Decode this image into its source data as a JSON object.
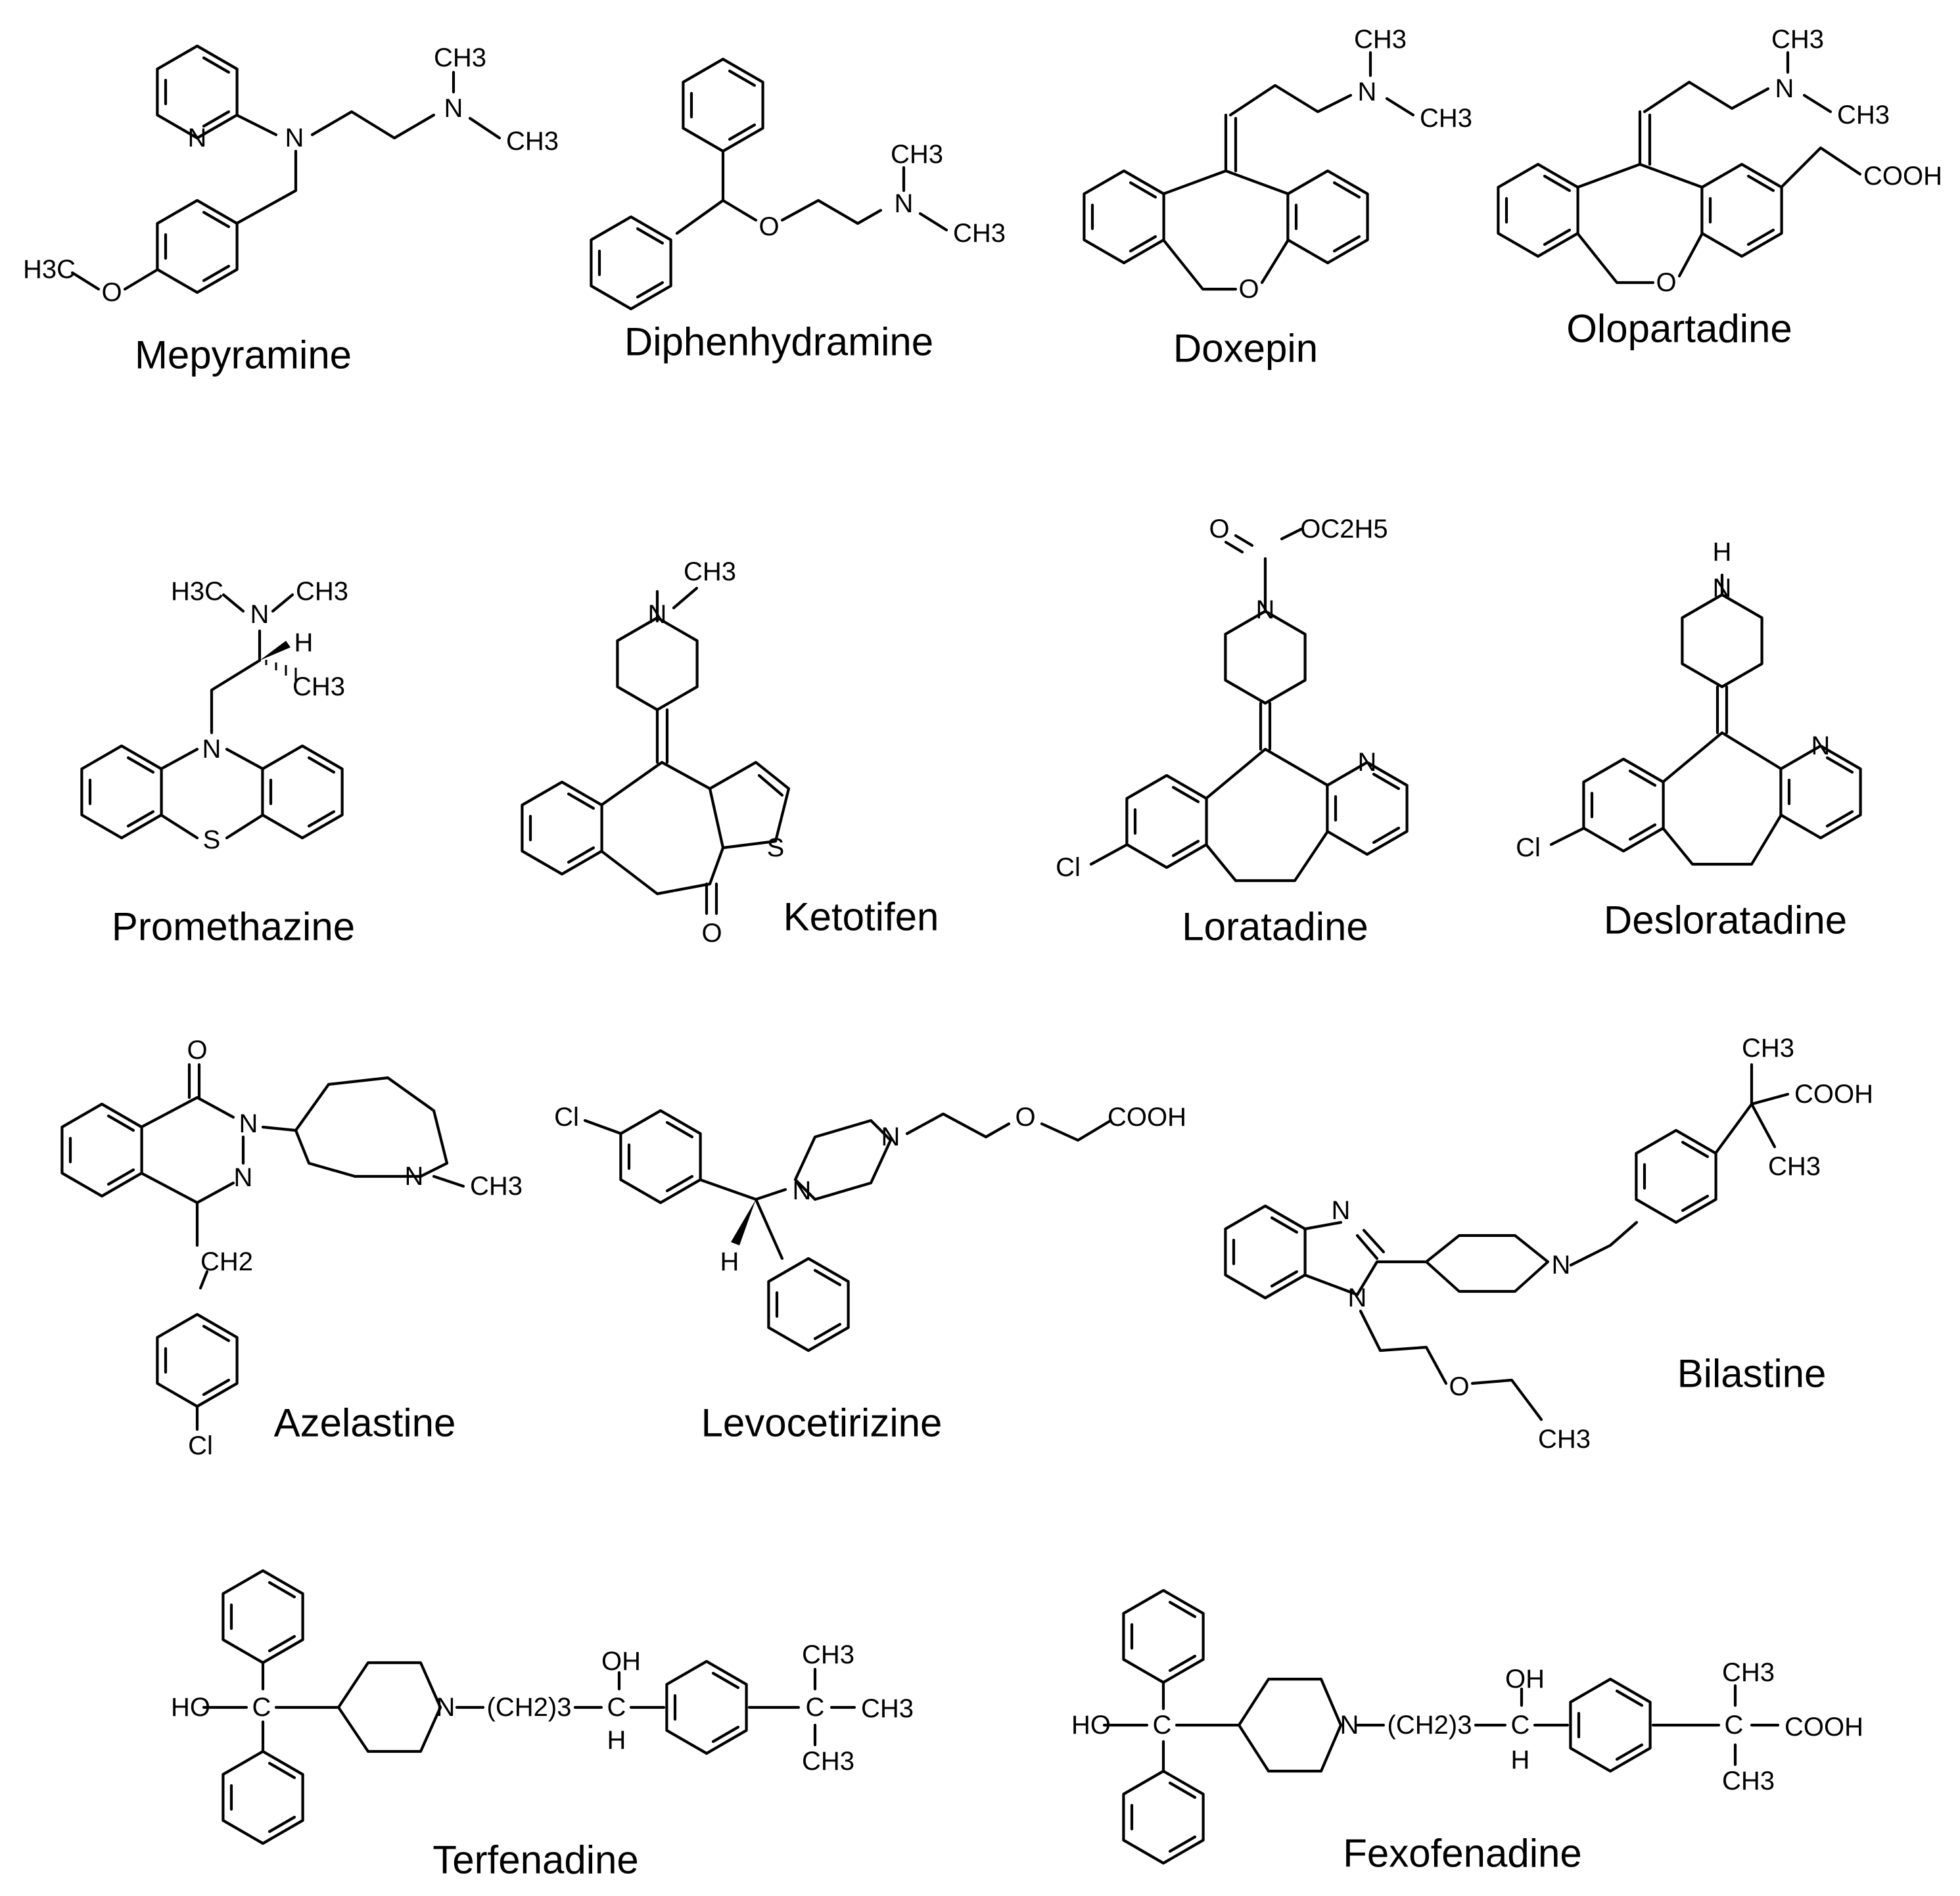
{
  "molecules": [
    {
      "name": "Mepyramine",
      "atoms": [
        "N",
        "N",
        "N",
        "CH3",
        "CH3",
        "H3C",
        "O"
      ]
    },
    {
      "name": "Diphenhydramine",
      "atoms": [
        "O",
        "N",
        "CH3",
        "CH3"
      ]
    },
    {
      "name": "Doxepin",
      "atoms": [
        "N",
        "CH3",
        "CH3",
        "O"
      ]
    },
    {
      "name": "Olopartadine",
      "atoms": [
        "N",
        "CH3",
        "CH3",
        "O",
        "COOH"
      ]
    },
    {
      "name": "Promethazine",
      "atoms": [
        "N",
        "S",
        "N",
        "H3C",
        "CH3",
        "H",
        "CH3"
      ]
    },
    {
      "name": "Ketotifen",
      "atoms": [
        "N",
        "CH3",
        "S",
        "O"
      ]
    },
    {
      "name": "Loratadine",
      "atoms": [
        "N",
        "O",
        "OC2H5",
        "N",
        "Cl"
      ]
    },
    {
      "name": "Desloratadine",
      "atoms": [
        "H",
        "N",
        "N",
        "Cl"
      ]
    },
    {
      "name": "Azelastine",
      "atoms": [
        "O",
        "N",
        "N",
        "N",
        "CH3",
        "CH2",
        "Cl"
      ]
    },
    {
      "name": "Levocetirizine",
      "atoms": [
        "Cl",
        "N",
        "N",
        "O",
        "COOH",
        "H"
      ]
    },
    {
      "name": "Bilastine",
      "atoms": [
        "N",
        "N",
        "N",
        "O",
        "CH3",
        "CH3",
        "COOH",
        "CH3"
      ]
    },
    {
      "name": "Terfenadine",
      "atoms": [
        "HO",
        "C",
        "N",
        "(CH2)3",
        "C",
        "OH",
        "H",
        "C",
        "CH3",
        "CH3",
        "CH3"
      ]
    },
    {
      "name": "Fexofenadine",
      "atoms": [
        "HO",
        "C",
        "N",
        "(CH2)3",
        "C",
        "OH",
        "H",
        "C",
        "CH3",
        "CH3",
        "COOH"
      ]
    }
  ]
}
